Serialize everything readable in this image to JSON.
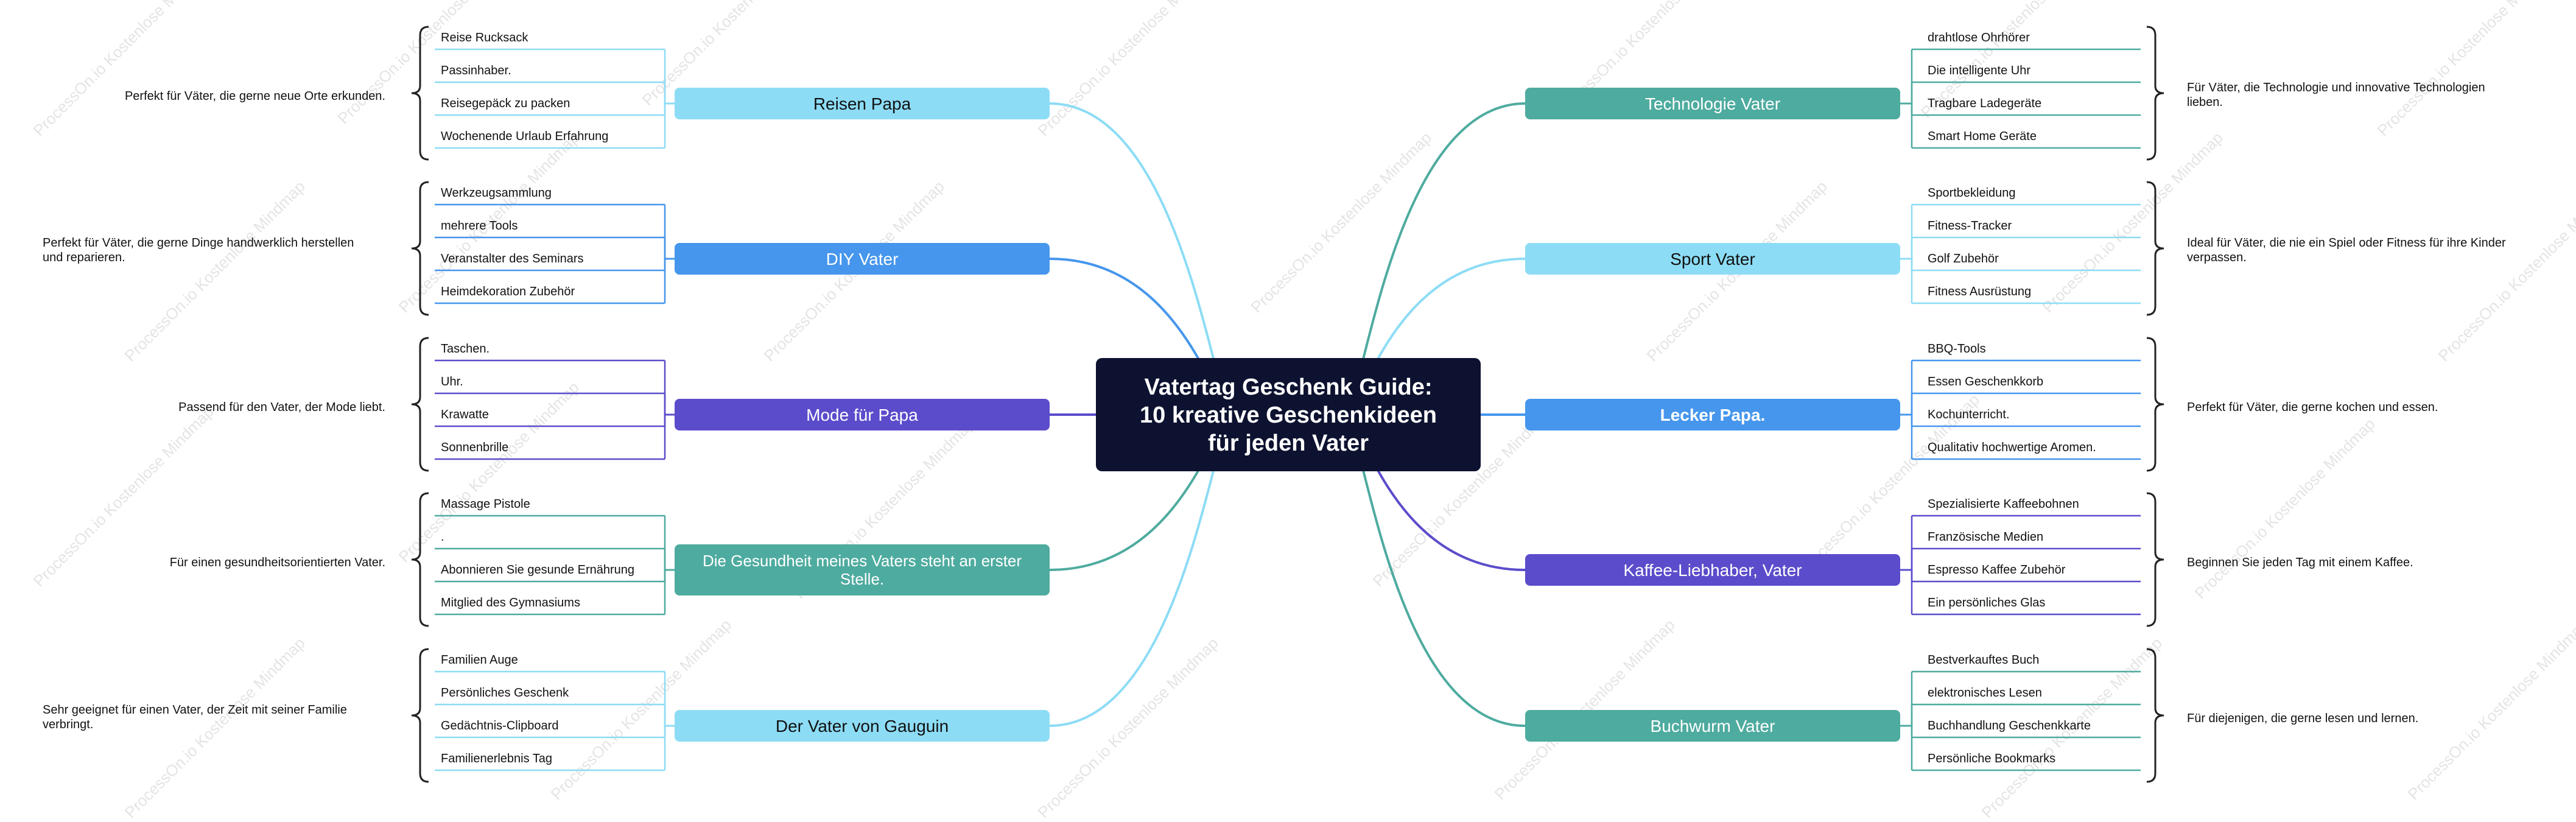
{
  "watermark": "ProcessOn.io Kostenlose Mindmap",
  "colors": {
    "root_bg": "#0d1230",
    "cyan": "#8ddcf5",
    "blue": "#4596ec",
    "purple": "#5b4ccb",
    "teal": "#4eab9f",
    "text": "#111111"
  },
  "root": {
    "lines": [
      "Vatertag Geschenk Guide:",
      "10 kreative Geschenkideen",
      "für jeden Vater"
    ]
  },
  "branches": [
    {
      "label": "Reisen Papa",
      "color": "#8ddcf5",
      "items": [
        "Reise Rucksack",
        "Passinhaber.",
        "Reisegepäck zu packen",
        "Wochenende Urlaub Erfahrung"
      ],
      "note": [
        "Perfekt für Väter, die gerne neue Orte erkunden."
      ]
    },
    {
      "label": "DIY Vater",
      "color": "#4596ec",
      "items": [
        "Werkzeugsammlung",
        "mehrere Tools",
        "Veranstalter des Seminars",
        "Heimdekoration Zubehör"
      ],
      "note": [
        "Perfekt für Väter, die gerne Dinge handwerklich herstellen",
        "und reparieren."
      ]
    },
    {
      "label": "Mode für Papa",
      "color": "#5b4ccb",
      "items": [
        "Taschen.",
        "Uhr.",
        "Krawatte",
        "Sonnenbrille"
      ],
      "note": [
        "Passend für den Vater, der Mode liebt."
      ]
    },
    {
      "label": "Die Gesundheit meines Vaters steht an erster Stelle.",
      "label_lines": [
        "Die Gesundheit meines Vaters steht an erster",
        "Stelle."
      ],
      "color": "#4eab9f",
      "items": [
        "Massage Pistole",
        ".",
        "Abonnieren Sie gesunde Ernährung",
        "Mitglied des Gymnasiums"
      ],
      "note": [
        "Für einen gesundheitsorientierten Vater."
      ]
    },
    {
      "label": "Der Vater von Gauguin",
      "color": "#8ddcf5",
      "items": [
        "Familien Auge",
        "Persönliches Geschenk",
        "Gedächtnis-Clipboard",
        "Familienerlebnis Tag"
      ],
      "note": [
        "Sehr geeignet für einen Vater, der Zeit mit seiner Familie",
        "verbringt."
      ]
    },
    {
      "label": "Technologie Vater",
      "color": "#4eab9f",
      "items": [
        "drahtlose Ohrhörer",
        "Die intelligente Uhr",
        "Tragbare Ladegeräte",
        "Smart Home Geräte"
      ],
      "note": [
        "Für Väter, die Technologie und innovative Technologien",
        "lieben."
      ]
    },
    {
      "label": "Sport Vater",
      "color": "#8ddcf5",
      "items": [
        "Sportbekleidung",
        "Fitness-Tracker",
        "Golf Zubehör",
        "Fitness Ausrüstung"
      ],
      "note": [
        "Ideal für Väter, die nie ein Spiel oder Fitness für ihre Kinder",
        "verpassen."
      ]
    },
    {
      "label": "Lecker Papa.",
      "color": "#4596ec",
      "bold": true,
      "items": [
        "BBQ-Tools",
        "Essen Geschenkkorb",
        "Kochunterricht.",
        "Qualitativ hochwertige Aromen."
      ],
      "note": [
        "Perfekt für Väter, die gerne kochen und essen."
      ]
    },
    {
      "label": "Kaffee-Liebhaber, Vater",
      "color": "#5b4ccb",
      "items": [
        "Spezialisierte Kaffeebohnen",
        "Französische Medien",
        "Espresso Kaffee Zubehör",
        "Ein persönliches Glas"
      ],
      "note": [
        "Beginnen Sie jeden Tag mit einem Kaffee."
      ]
    },
    {
      "label": "Buchwurm Vater",
      "color": "#4eab9f",
      "items": [
        "Bestverkauftes Buch",
        "elektronisches Lesen",
        "Buchhandlung Geschenkkarte",
        "Persönliche Bookmarks"
      ],
      "note": [
        "Für diejenigen, die gerne lesen und lernen."
      ]
    }
  ]
}
